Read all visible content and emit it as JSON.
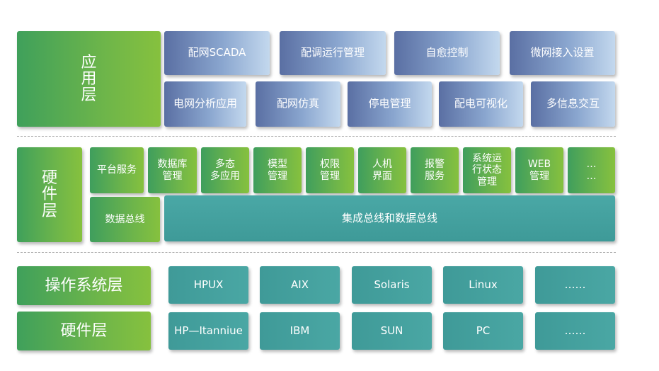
{
  "app_layer": {
    "label": "应\n用\n层",
    "row1": [
      "配网SCADA",
      "配调运行管理",
      "自愈控制",
      "微网接入设置"
    ],
    "row2": [
      "电网分析应用",
      "配网仿真",
      "停电管理",
      "配电可视化",
      "多信息交互"
    ]
  },
  "platform_layer": {
    "label": "硬\n件\n层",
    "services": [
      "平台服务",
      "数据库\n管理",
      "多态\n多应用",
      "模型\n管理",
      "权限\n管理",
      "人机\n界面",
      "报警\n服务",
      "系统运\n行状态\n管理",
      "WEB\n管理",
      "…\n…"
    ],
    "data_bus": "数据总线",
    "integrated_bus": "集成总线和数据总线"
  },
  "os_layer": {
    "label": "操作系统层",
    "items": [
      "HPUX",
      "AIX",
      "Solaris",
      "Linux",
      "……"
    ]
  },
  "hardware_layer": {
    "label": "硬件层",
    "items": [
      "HP—Itanniue",
      "IBM",
      "SUN",
      "PC",
      "……"
    ]
  },
  "colors": {
    "green": "#6db54a",
    "blue": "#8aa6cf",
    "teal": "#4aa7a4"
  }
}
